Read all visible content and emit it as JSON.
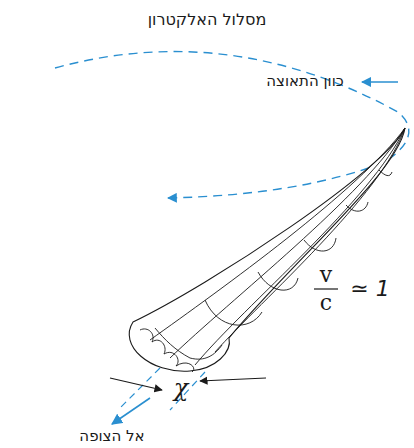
{
  "diagram": {
    "labels": [
      "מסלול האלקטרון",
      "כוון התאוצה",
      "v",
      "c",
      "≃ 1",
      "χ",
      "אל הצופה"
    ]
  }
}
